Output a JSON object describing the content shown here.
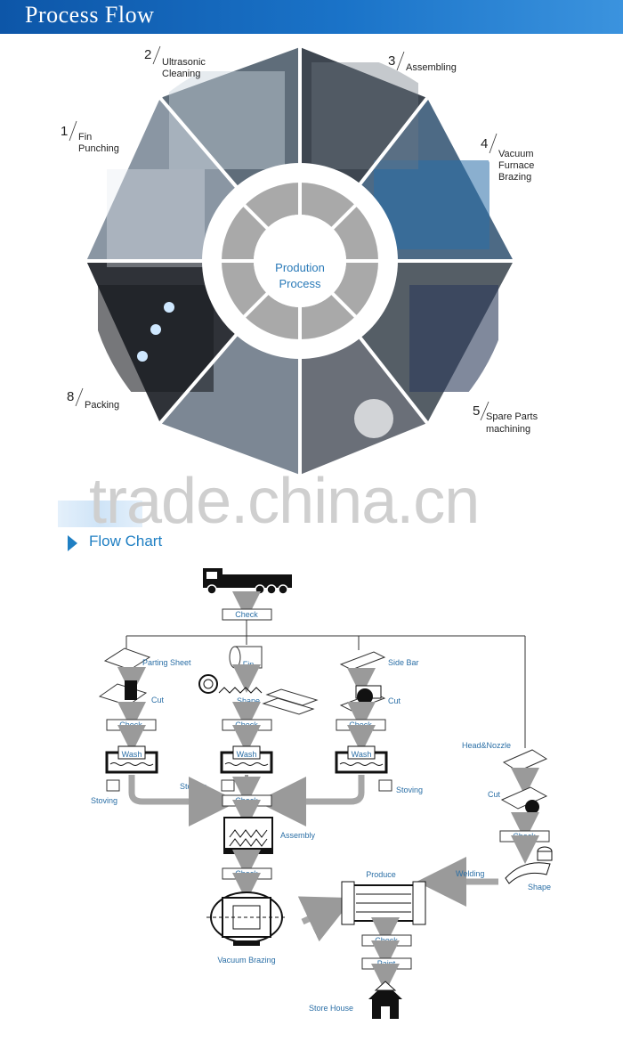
{
  "header": {
    "title": "Process Flow"
  },
  "wheel": {
    "center_line1": "Prodution",
    "center_line2": "Process",
    "steps": [
      {
        "num": "1",
        "label1": "Fin",
        "label2": "Punching"
      },
      {
        "num": "2",
        "label1": "Ultrasonic",
        "label2": "Cleaning"
      },
      {
        "num": "3",
        "label1": "Assembling",
        "label2": ""
      },
      {
        "num": "4",
        "label1": "Vacuum",
        "label2": "Furnace",
        "label3": "Brazing"
      },
      {
        "num": "5",
        "label1": "Spare Parts",
        "label2": "machining"
      },
      {
        "num": "8",
        "label1": "Packing",
        "label2": ""
      }
    ]
  },
  "watermark": "trade.china.cn",
  "flow_chart": {
    "title": "Flow Chart",
    "labels": {
      "check": "Check",
      "parting_sheet": "Parting Sheet",
      "fin": "Fin",
      "side_bar": "Side Bar",
      "cut": "Cut",
      "shape": "Shape",
      "wash": "Wash",
      "stoving": "Stoving",
      "assembly": "Assembly",
      "head_nozzle": "Head&Nozzle",
      "welding": "Welding",
      "produce": "Produce",
      "vacuum_brazing": "Vacuum Brazing",
      "paint": "Paint",
      "store_house": "Store House"
    }
  }
}
